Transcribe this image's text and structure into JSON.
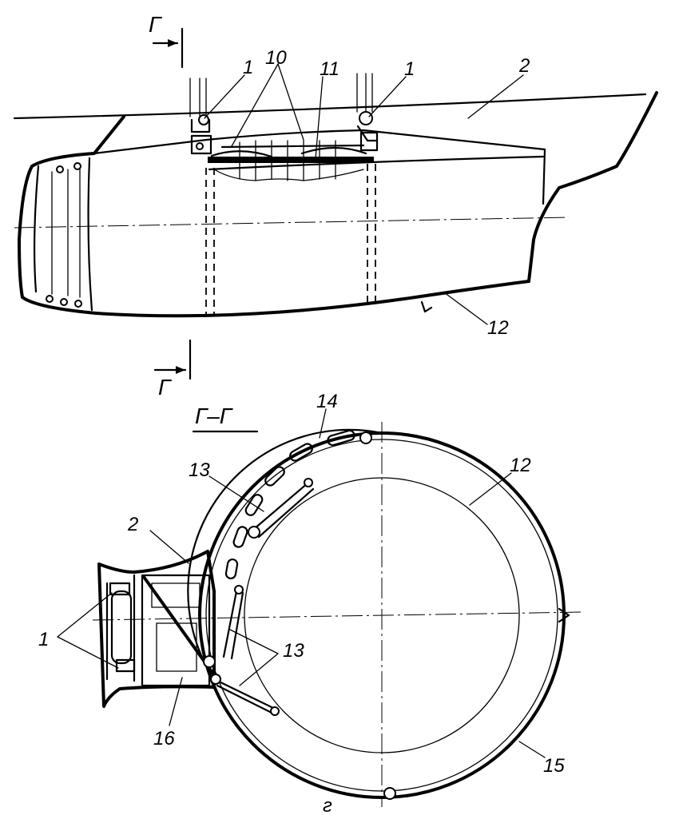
{
  "labels": {
    "part_1_left_top": "1",
    "part_10": "10",
    "part_11": "11",
    "part_1_right_top": "1",
    "part_2_top": "2",
    "part_12_top": "12",
    "section_mark_top": "Г",
    "section_mark_bottom": "Г",
    "section_title": "Г–Г",
    "part_14": "14",
    "part_13_upper": "13",
    "part_12_section": "12",
    "part_2_section": "2",
    "part_1_section": "1",
    "part_13_lower": "13",
    "part_16": "16",
    "part_15": "15",
    "figure_letter": "г"
  },
  "colors": {
    "ink": "#000000",
    "paper": "#ffffff"
  }
}
